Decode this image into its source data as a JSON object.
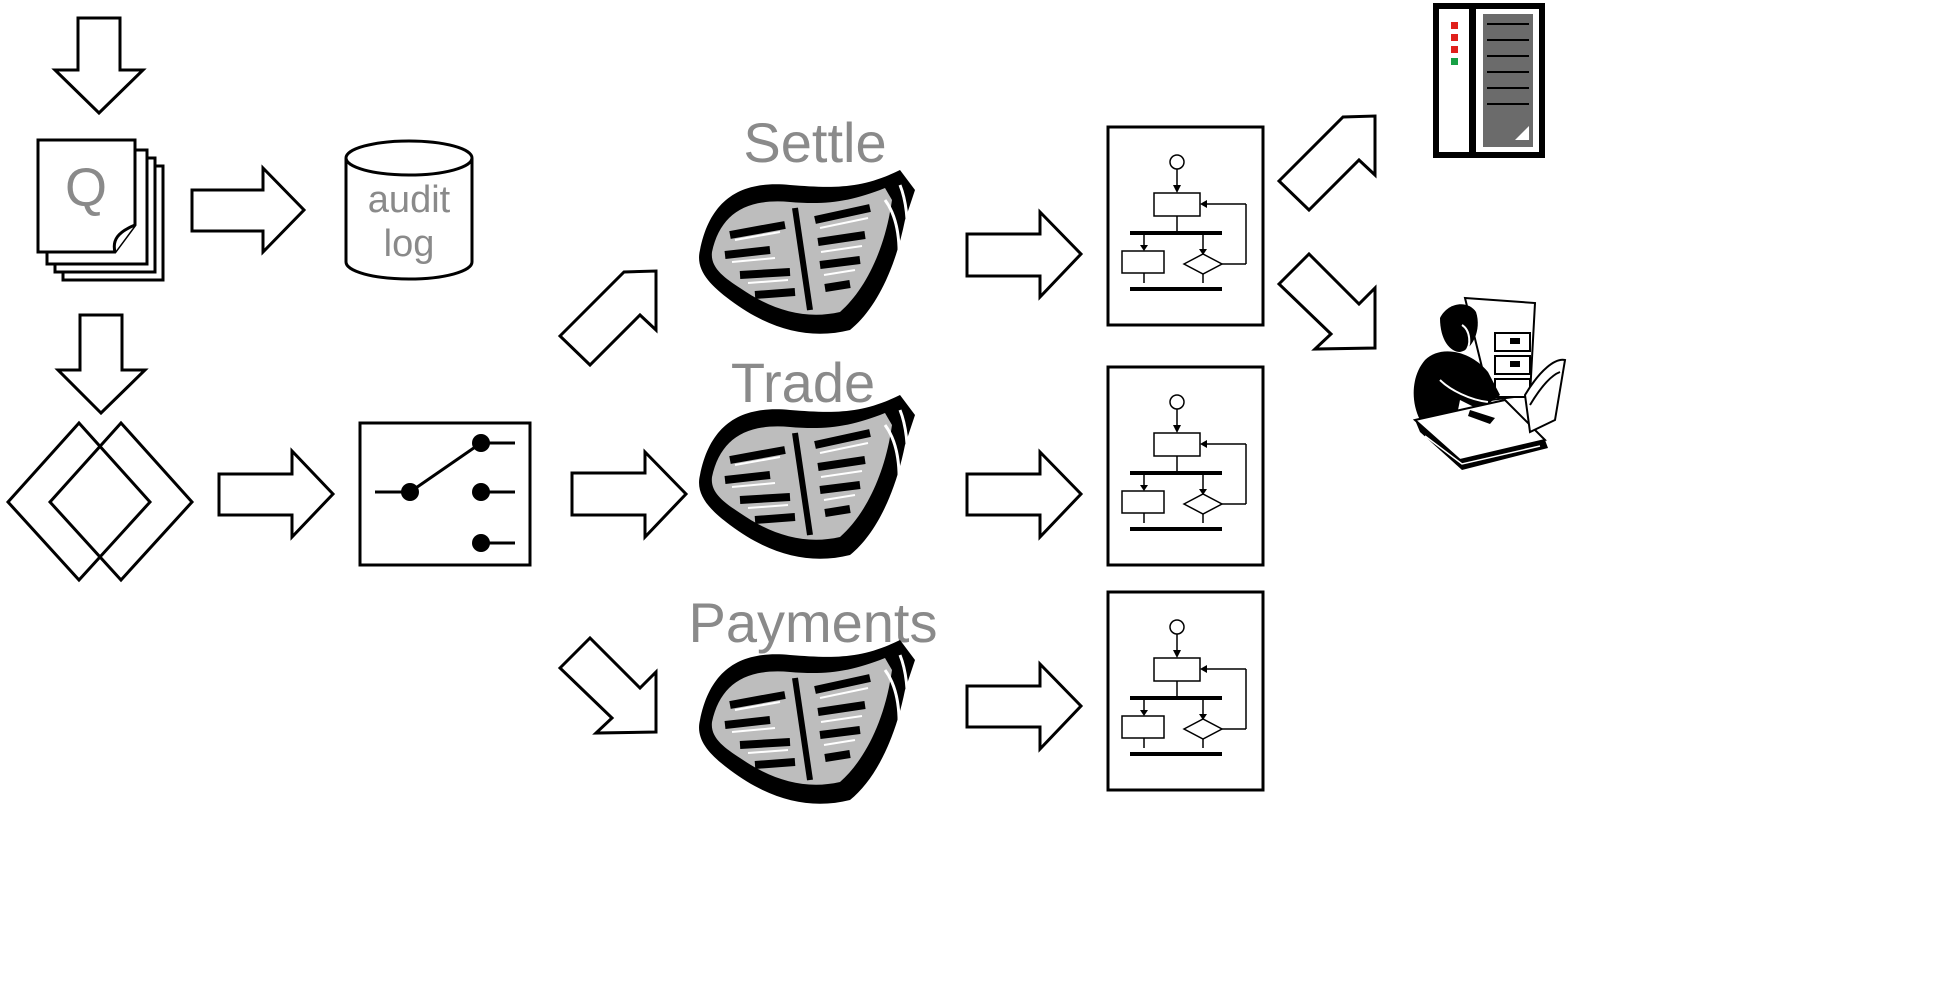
{
  "colors": {
    "stroke": "#000000",
    "label_gray": "#8a8a8a",
    "led_red": "#e0201b",
    "led_green": "#17a045",
    "fill_gray": "#6b6b6b"
  },
  "queue": {
    "label": "Q"
  },
  "audit_log": {
    "line1": "audit",
    "line2": "log"
  },
  "channels": [
    {
      "label": "Settle"
    },
    {
      "label": "Trade"
    },
    {
      "label": "Payments"
    }
  ],
  "icons": {
    "queue": "stacked-document-icon",
    "audit": "database-cylinder-icon",
    "router": "switch-icon",
    "newspaper": "newspaper-icon",
    "flowchart": "flowchart-icon",
    "server": "server-rack-icon",
    "clerk": "filing-clerk-icon"
  }
}
